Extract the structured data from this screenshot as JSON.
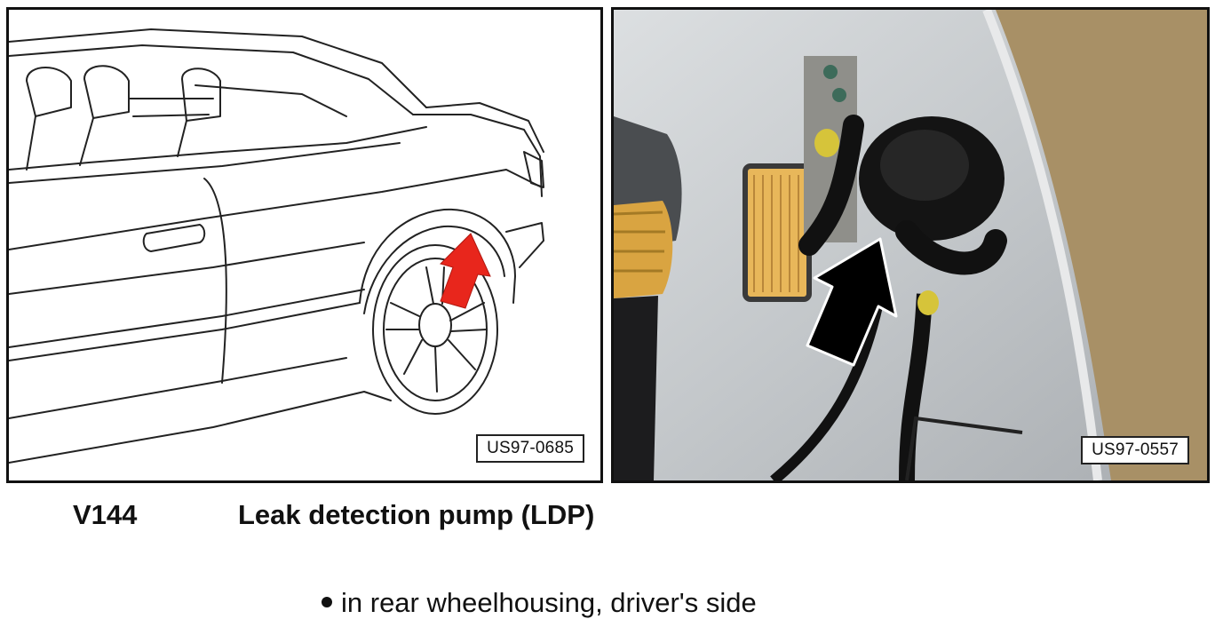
{
  "figures": [
    {
      "ref": "US97-0685"
    },
    {
      "ref": "US97-0557"
    }
  ],
  "component": {
    "code": "V144",
    "name": "Leak detection pump (LDP)"
  },
  "location": {
    "bullet": "in rear wheelhousing, driver's side"
  },
  "colors": {
    "arrow_left": "#e8261c",
    "arrow_right": "#000000",
    "panel_wall": "#a89066"
  }
}
